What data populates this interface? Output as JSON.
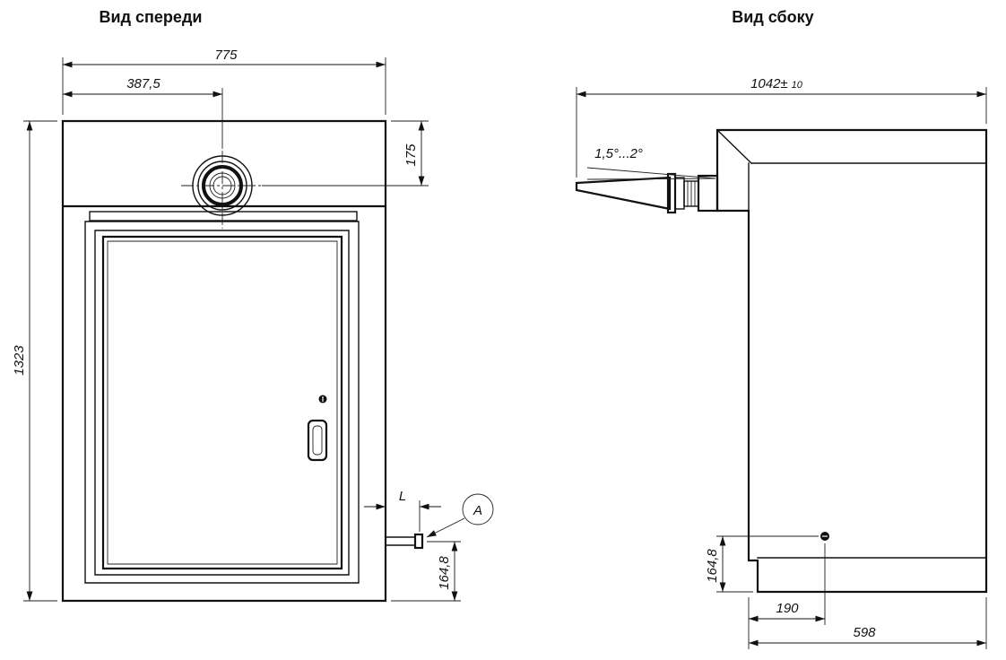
{
  "colors": {
    "line": "#111111",
    "background": "#ffffff"
  },
  "titles": {
    "front": "Вид спереди",
    "side": "Вид сбоку"
  },
  "front": {
    "dim_width_total": "775",
    "dim_width_to_center": "387,5",
    "dim_top_height": "175",
    "dim_height_total": "1323",
    "dim_pipe_length": "L",
    "dim_pipe_height": "164,8",
    "detail_callout": "A"
  },
  "side": {
    "dim_depth_total": "1042±",
    "dim_depth_tolerance": "10",
    "angle_note": "1,5°...2°",
    "dim_bolt_height": "164,8",
    "dim_bolt_offset": "190",
    "dim_base_depth": "598"
  }
}
